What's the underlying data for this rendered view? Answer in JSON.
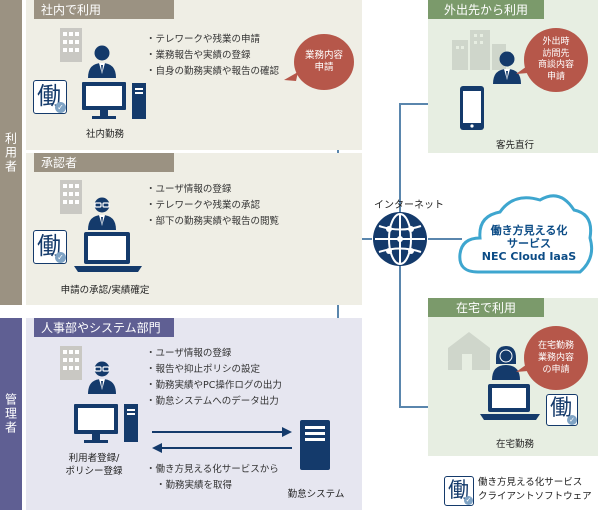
{
  "strips": {
    "users": "利用者",
    "admins": "管理者"
  },
  "sections": {
    "office": {
      "header": "社内で利用",
      "bullets": [
        "テレワークや残業の申請",
        "業務報告や実績の登録",
        "自身の勤務実績や報告の確認"
      ],
      "bubble": [
        "業務内容",
        "申請"
      ],
      "caption": "社内勤務"
    },
    "approver": {
      "header": "承認者",
      "bullets": [
        "ユーザ情報の登録",
        "テレワークや残業の承認",
        "部下の勤務実績や報告の閲覧"
      ],
      "caption": "申請の承認/実績確定"
    },
    "hr": {
      "header": "人事部やシステム部門",
      "bullets": [
        "ユーザ情報の登録",
        "報告や抑止ポリシの設定",
        "勤務実績やPC操作ログの出力",
        "勤怠システムへのデータ出力"
      ],
      "caption_lines": [
        "利用者登録/",
        "ポリシー登録"
      ],
      "sync_lines": [
        "働き方見える化サービスから",
        "勤務実績を取得"
      ],
      "server_caption": "勤怠システム"
    },
    "outside": {
      "header": "外出先から利用",
      "bubble": [
        "外出時",
        "訪問先",
        "商談内容",
        "申請"
      ],
      "caption": "客先直行"
    },
    "home": {
      "header": "在宅で利用",
      "bubble": [
        "在宅勤務",
        "業務内容",
        "の申請"
      ],
      "caption": "在宅勤務"
    }
  },
  "internet_label": "インターネット",
  "cloud_lines": [
    "働き方見える化",
    "サービス",
    "NEC Cloud IaaS"
  ],
  "badge_char": "働",
  "legend_lines": [
    "働き方見える化サービス",
    "クライアントソフトウェア"
  ],
  "colors": {
    "navy": "#143a6b",
    "line": "#5a86ad",
    "bubble": "#b6574a",
    "cloud_border": "#3ea6cf",
    "cloud_text": "#0c4c86"
  }
}
